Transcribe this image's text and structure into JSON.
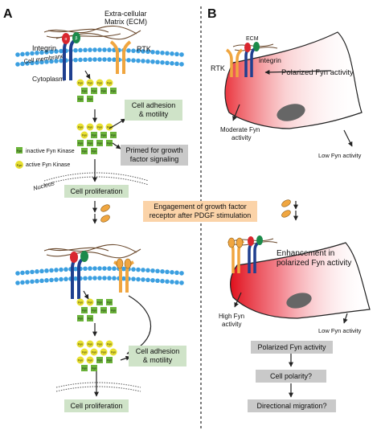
{
  "panels": {
    "a": "A",
    "b": "B"
  },
  "colors": {
    "membrane": "#3b9fe0",
    "ecm": "#6b4a2e",
    "integrin": "#1f3f8f",
    "rtk": "#f0a640",
    "green_box": "#cfe3c8",
    "gray_box": "#c9c9c9",
    "orange_box": "#fbd3a8",
    "fyn_inactive": "#6bb33a",
    "fyn_active": "#e8e030",
    "cell_gradient": "#e8202a"
  },
  "a_top": {
    "ecm": "Extra-cellular\nMatrix (ECM)",
    "integrin": "Integrin",
    "rtk": "RTK",
    "membrane": "Cell membrane",
    "cytoplasm": "Cytoplasm",
    "adhesion": "Cell adhesion\n& motility",
    "primed": "Primed for growth\nfactor signaling",
    "legend_inactive": "inactive Fyn Kinase",
    "legend_active": "active Fyn Kinase",
    "nucleus": "Nucleus",
    "proliferation": "Cell proliferation"
  },
  "middle": {
    "engagement": "Engagement of growth factor\nreceptor after PDGF stimulation"
  },
  "a_bottom": {
    "adhesion": "Cell adhesion\n& motility",
    "proliferation": "Cell proliferation"
  },
  "b_top": {
    "ecm": "ECM",
    "rtk": "RTK",
    "integrin": "integrin",
    "polarized": "Polarized Fyn activity",
    "moderate": "Moderate Fyn\nactivity",
    "low": "Low Fyn activity"
  },
  "b_bottom": {
    "enhancement": "Enhancement in\npolarized Fyn activity",
    "high": "High Fyn\nactivity",
    "low": "Low Fyn activity",
    "flow1": "Polarized Fyn activity",
    "flow2": "Cell polarity?",
    "flow3": "Directional migration?"
  },
  "fyn_labels": {
    "inactive": "Fyn",
    "active": "Fyn"
  }
}
